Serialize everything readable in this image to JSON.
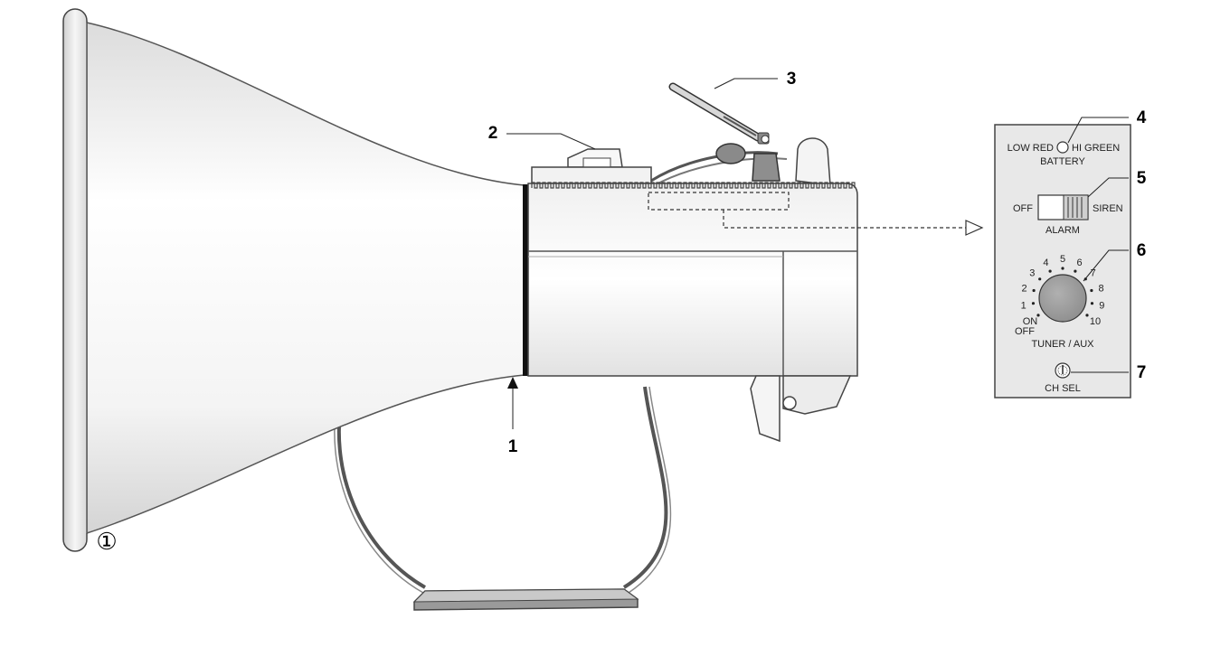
{
  "figure_marker": "①",
  "callouts": {
    "c1": "1",
    "c2": "2",
    "c3": "3",
    "c4": "4",
    "c5": "5",
    "c6": "6",
    "c7": "7"
  },
  "panel": {
    "battery": {
      "low": "LOW RED",
      "high": "HI GREEN",
      "label": "BATTERY"
    },
    "alarm": {
      "off": "OFF",
      "on": "SIREN",
      "label": "ALARM"
    },
    "volume": {
      "ticks": [
        "ON",
        "1",
        "2",
        "3",
        "4",
        "5",
        "6",
        "7",
        "8",
        "9",
        "10"
      ],
      "off": "OFF",
      "label": "TUNER / AUX"
    },
    "channel": {
      "label": "CH SEL"
    }
  }
}
